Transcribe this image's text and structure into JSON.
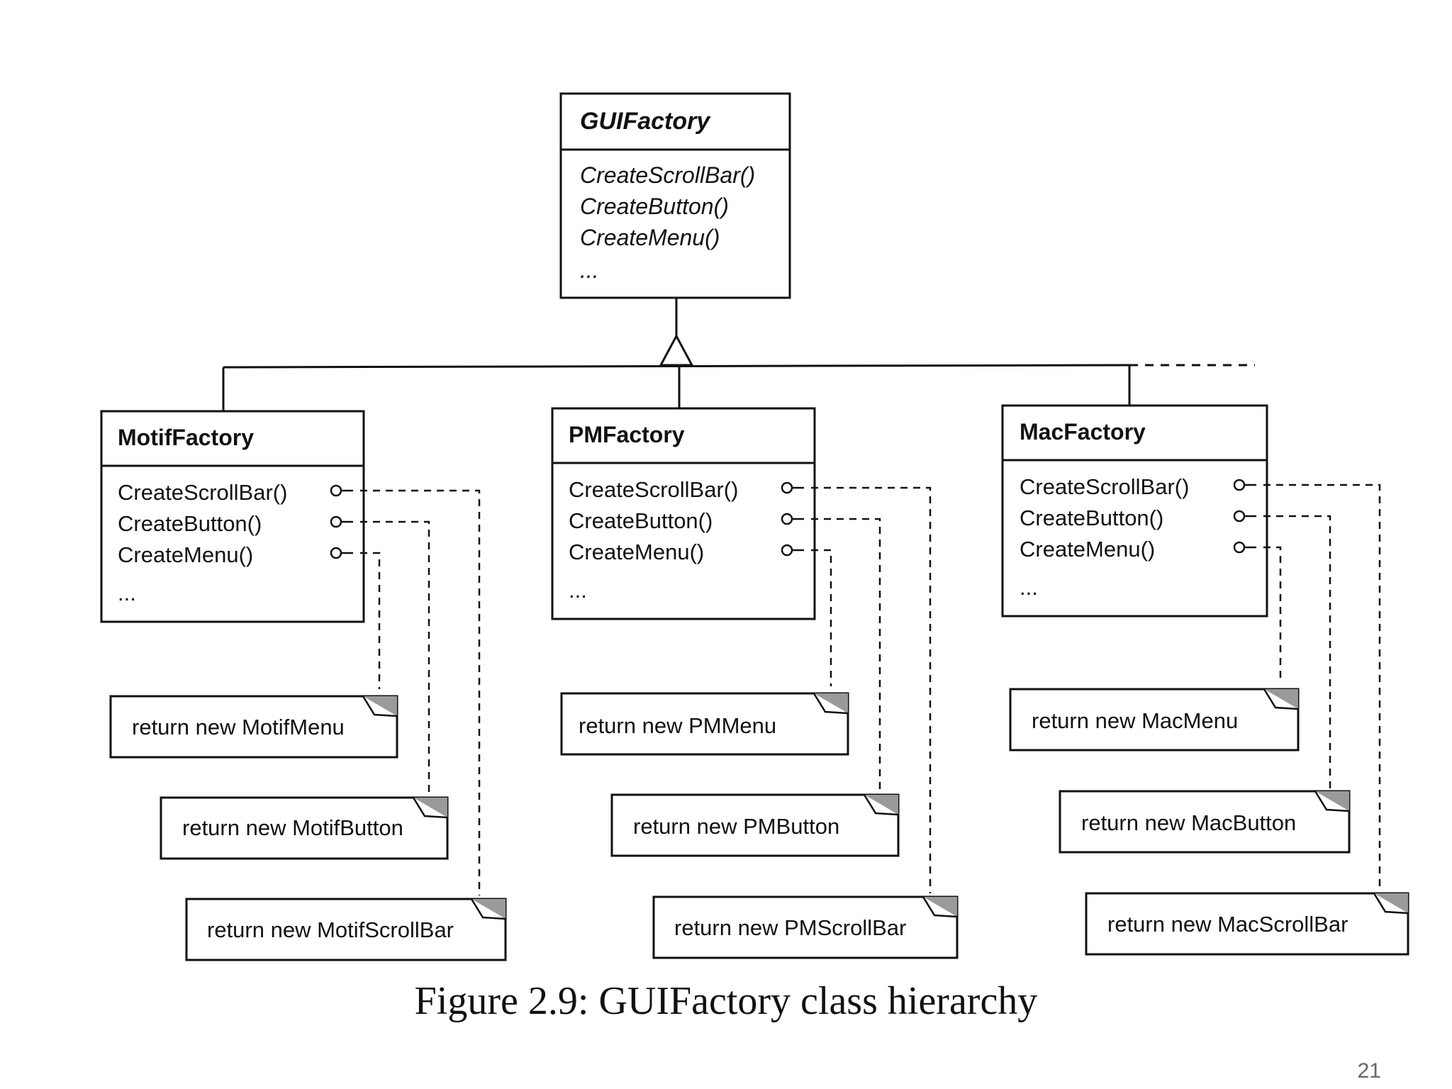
{
  "colors": {
    "ink": "#111111",
    "note_fold": "#9a9a9a",
    "page_number": "#666666"
  },
  "diagram": {
    "abstract_class": {
      "name": "GUIFactory",
      "operations": [
        "CreateScrollBar()",
        "CreateButton()",
        "CreateMenu()",
        "..."
      ]
    },
    "concrete_classes": [
      {
        "name": "MotifFactory",
        "operations": [
          "CreateScrollBar()",
          "CreateButton()",
          "CreateMenu()",
          "..."
        ],
        "notes": [
          "return new MotifMenu",
          "return new MotifButton",
          "return new MotifScrollBar"
        ]
      },
      {
        "name": "PMFactory",
        "operations": [
          "CreateScrollBar()",
          "CreateButton()",
          "CreateMenu()",
          "..."
        ],
        "notes": [
          "return new PMMenu",
          "return new PMButton",
          "return new PMScrollBar"
        ]
      },
      {
        "name": "MacFactory",
        "operations": [
          "CreateScrollBar()",
          "CreateButton()",
          "CreateMenu()",
          "..."
        ],
        "notes": [
          "return new MacMenu",
          "return new MacButton",
          "return new MacScrollBar"
        ]
      }
    ]
  },
  "caption": "Figure 2.9: GUIFactory class hierarchy",
  "page_number": "21"
}
